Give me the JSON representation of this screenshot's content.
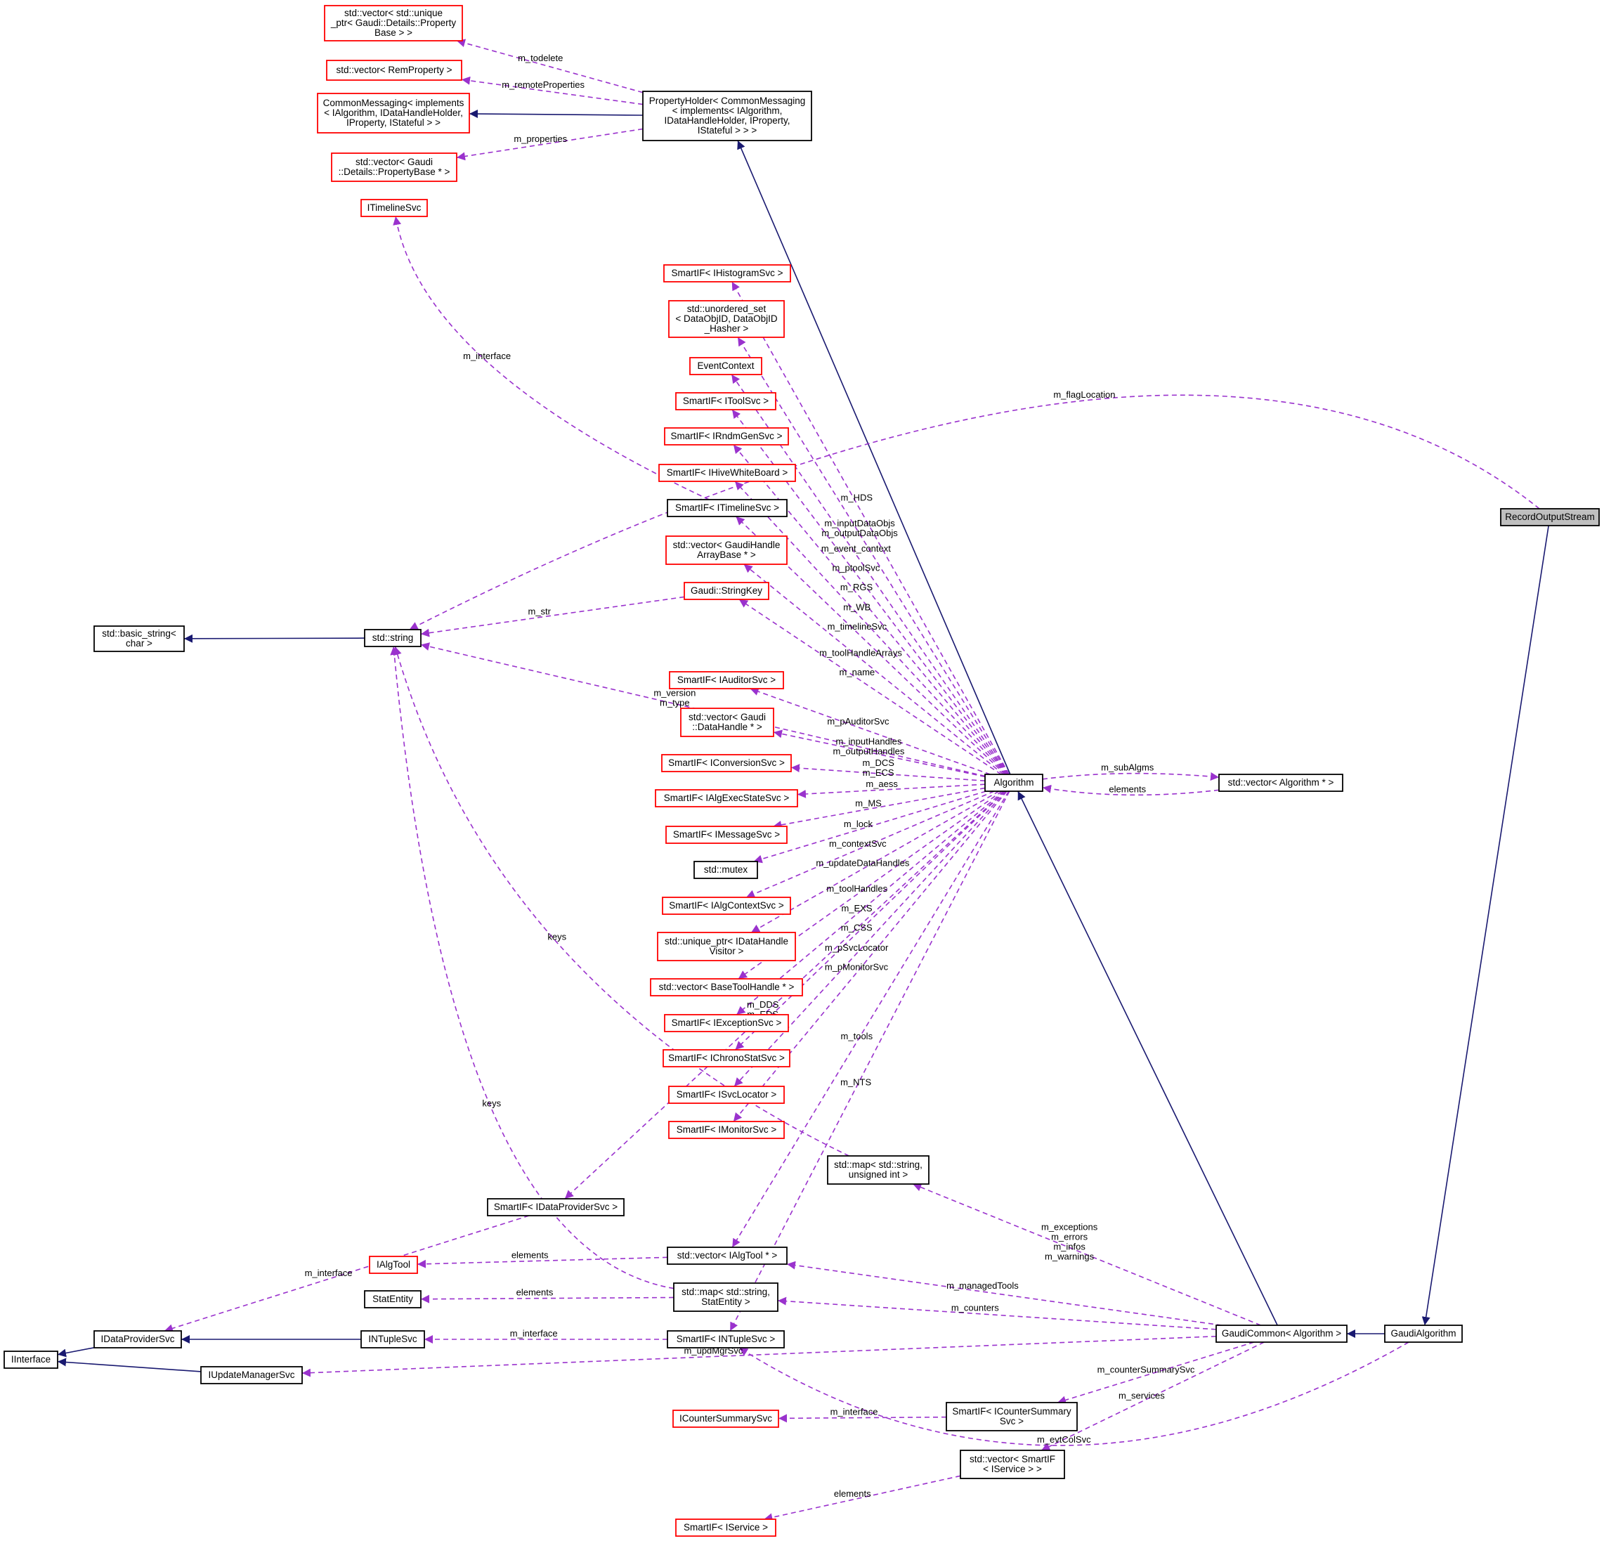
{
  "nodes": [
    {
      "id": "uptr_vec",
      "lines": [
        "std::vector< std::unique",
        "_ptr< Gaudi::Details::Property",
        "Base > >"
      ],
      "border": "red"
    },
    {
      "id": "remprop_vec",
      "lines": [
        "std::vector< RemProperty >"
      ],
      "border": "red"
    },
    {
      "id": "common_msg",
      "lines": [
        "CommonMessaging< implements",
        "< IAlgorithm, IDataHandleHolder,",
        "IProperty, IStateful > >"
      ],
      "border": "red"
    },
    {
      "id": "propbase_vec",
      "lines": [
        "std::vector< Gaudi",
        "::Details::PropertyBase * >"
      ],
      "border": "red"
    },
    {
      "id": "prop_holder",
      "lines": [
        "PropertyHolder< CommonMessaging",
        "< implements< IAlgorithm,",
        "IDataHandleHolder, IProperty,",
        "IStateful > > >"
      ],
      "border": "black"
    },
    {
      "id": "itimelinesvc",
      "lines": [
        "ITimelineSvc"
      ],
      "border": "red"
    },
    {
      "id": "sif_histo",
      "lines": [
        "SmartIF< IHistogramSvc >"
      ],
      "border": "red"
    },
    {
      "id": "unordered_set",
      "lines": [
        "std::unordered_set",
        "< DataObjID, DataObjID",
        "_Hasher >"
      ],
      "border": "red"
    },
    {
      "id": "event_context",
      "lines": [
        "EventContext"
      ],
      "border": "red"
    },
    {
      "id": "sif_tool",
      "lines": [
        "SmartIF< IToolSvc >"
      ],
      "border": "red"
    },
    {
      "id": "sif_rndm",
      "lines": [
        "SmartIF< IRndmGenSvc >"
      ],
      "border": "red"
    },
    {
      "id": "sif_hive",
      "lines": [
        "SmartIF< IHiveWhiteBoard >"
      ],
      "border": "red"
    },
    {
      "id": "sif_timeline",
      "lines": [
        "SmartIF< ITimelineSvc >"
      ],
      "border": "black"
    },
    {
      "id": "gh_vec",
      "lines": [
        "std::vector< GaudiHandle",
        "ArrayBase * >"
      ],
      "border": "red"
    },
    {
      "id": "string_key",
      "lines": [
        "Gaudi::StringKey"
      ],
      "border": "red"
    },
    {
      "id": "basic_string",
      "lines": [
        "std::basic_string<",
        "char >"
      ],
      "border": "black"
    },
    {
      "id": "std_string",
      "lines": [
        "std::string"
      ],
      "border": "black"
    },
    {
      "id": "sif_auditor",
      "lines": [
        "SmartIF< IAuditorSvc >"
      ],
      "border": "red"
    },
    {
      "id": "dh_vec",
      "lines": [
        "std::vector< Gaudi",
        "::DataHandle * >"
      ],
      "border": "red"
    },
    {
      "id": "sif_conv",
      "lines": [
        "SmartIF< IConversionSvc >"
      ],
      "border": "red"
    },
    {
      "id": "sif_algexec",
      "lines": [
        "SmartIF< IAlgExecStateSvc >"
      ],
      "border": "red"
    },
    {
      "id": "sif_msg",
      "lines": [
        "SmartIF< IMessageSvc >"
      ],
      "border": "red"
    },
    {
      "id": "std_mutex",
      "lines": [
        "std::mutex"
      ],
      "border": "black"
    },
    {
      "id": "sif_algctx",
      "lines": [
        "SmartIF< IAlgContextSvc >"
      ],
      "border": "red"
    },
    {
      "id": "uptr_visitor",
      "lines": [
        "std::unique_ptr< IDataHandle",
        "Visitor >"
      ],
      "border": "red"
    },
    {
      "id": "bth_vec",
      "lines": [
        "std::vector< BaseToolHandle * >"
      ],
      "border": "red"
    },
    {
      "id": "sif_exc",
      "lines": [
        "SmartIF< IExceptionSvc >"
      ],
      "border": "red"
    },
    {
      "id": "sif_chrono",
      "lines": [
        "SmartIF< IChronoStatSvc >"
      ],
      "border": "red"
    },
    {
      "id": "sif_svcloc",
      "lines": [
        "SmartIF< ISvcLocator >"
      ],
      "border": "red"
    },
    {
      "id": "sif_monitor",
      "lines": [
        "SmartIF< IMonitorSvc >"
      ],
      "border": "red"
    },
    {
      "id": "map_uint",
      "lines": [
        "std::map< std::string,",
        "unsigned int >"
      ],
      "border": "black"
    },
    {
      "id": "sif_dataprov",
      "lines": [
        "SmartIF< IDataProviderSvc >"
      ],
      "border": "black"
    },
    {
      "id": "ialgtool",
      "lines": [
        "IAlgTool"
      ],
      "border": "red"
    },
    {
      "id": "algtool_vec",
      "lines": [
        "std::vector< IAlgTool * >"
      ],
      "border": "black"
    },
    {
      "id": "stat_entity",
      "lines": [
        "StatEntity"
      ],
      "border": "black"
    },
    {
      "id": "map_stat",
      "lines": [
        "std::map< std::string,",
        "StatEntity >"
      ],
      "border": "black"
    },
    {
      "id": "idataprov",
      "lines": [
        "IDataProviderSvc"
      ],
      "border": "black"
    },
    {
      "id": "intuple",
      "lines": [
        "INTupleSvc"
      ],
      "border": "black"
    },
    {
      "id": "sif_ntuple",
      "lines": [
        "SmartIF< INTupleSvc >"
      ],
      "border": "black"
    },
    {
      "id": "iinterface",
      "lines": [
        "IInterface"
      ],
      "border": "black"
    },
    {
      "id": "iupdmgr",
      "lines": [
        "IUpdateManagerSvc"
      ],
      "border": "black"
    },
    {
      "id": "icntsum",
      "lines": [
        "ICounterSummarySvc"
      ],
      "border": "red"
    },
    {
      "id": "sif_cntsum",
      "lines": [
        "SmartIF< ICounterSummary",
        "Svc >"
      ],
      "border": "black"
    },
    {
      "id": "sif_svc_vec",
      "lines": [
        "std::vector< SmartIF",
        "< IService > >"
      ],
      "border": "black"
    },
    {
      "id": "sif_iservice",
      "lines": [
        "SmartIF< IService >"
      ],
      "border": "red"
    },
    {
      "id": "algorithm",
      "lines": [
        "Algorithm"
      ],
      "border": "black"
    },
    {
      "id": "alg_vec",
      "lines": [
        "std::vector< Algorithm * >"
      ],
      "border": "black"
    },
    {
      "id": "gaudi_common",
      "lines": [
        "GaudiCommon< Algorithm >"
      ],
      "border": "black"
    },
    {
      "id": "gaudi_algorithm",
      "lines": [
        "GaudiAlgorithm"
      ],
      "border": "black"
    },
    {
      "id": "record_output",
      "lines": [
        "RecordOutputStream"
      ],
      "border": "gray"
    }
  ],
  "edges": [
    {
      "from": "prop_holder",
      "to": "uptr_vec",
      "kind": "usage",
      "label": [
        "m_todelete"
      ]
    },
    {
      "from": "prop_holder",
      "to": "remprop_vec",
      "kind": "usage",
      "label": [
        "m_remoteProperties"
      ]
    },
    {
      "from": "prop_holder",
      "to": "common_msg",
      "kind": "inherit",
      "label": []
    },
    {
      "from": "prop_holder",
      "to": "propbase_vec",
      "kind": "usage",
      "label": [
        "m_properties"
      ]
    },
    {
      "from": "algorithm",
      "to": "prop_holder",
      "kind": "inherit",
      "label": []
    },
    {
      "from": "record_output",
      "to": "std_string",
      "kind": "usage",
      "label": [
        "m_flagLocation"
      ]
    },
    {
      "from": "algorithm",
      "to": "sif_histo",
      "kind": "usage",
      "label": [
        "m_HDS"
      ]
    },
    {
      "from": "algorithm",
      "to": "unordered_set",
      "kind": "usage",
      "label": [
        "m_inputDataObjs",
        "m_outputDataObjs"
      ]
    },
    {
      "from": "algorithm",
      "to": "event_context",
      "kind": "usage",
      "label": [
        "m_event_context"
      ]
    },
    {
      "from": "algorithm",
      "to": "sif_tool",
      "kind": "usage",
      "label": [
        "m_ptoolSvc"
      ]
    },
    {
      "from": "algorithm",
      "to": "sif_rndm",
      "kind": "usage",
      "label": [
        "m_RGS"
      ]
    },
    {
      "from": "algorithm",
      "to": "sif_hive",
      "kind": "usage",
      "label": [
        "m_WB"
      ]
    },
    {
      "from": "algorithm",
      "to": "sif_timeline",
      "kind": "usage",
      "label": [
        "m_timelineSvc"
      ]
    },
    {
      "from": "sif_timeline",
      "to": "itimelinesvc",
      "kind": "usage",
      "label": [
        "m_interface"
      ]
    },
    {
      "from": "algorithm",
      "to": "gh_vec",
      "kind": "usage",
      "label": [
        "m_toolHandleArrays"
      ]
    },
    {
      "from": "algorithm",
      "to": "string_key",
      "kind": "usage",
      "label": [
        "m_name"
      ]
    },
    {
      "from": "string_key",
      "to": "std_string",
      "kind": "usage",
      "label": [
        "m_str"
      ]
    },
    {
      "from": "std_string",
      "to": "basic_string",
      "kind": "inherit",
      "label": []
    },
    {
      "from": "algorithm",
      "to": "std_string",
      "kind": "usage",
      "label": [
        "m_version",
        "m_type"
      ]
    },
    {
      "from": "algorithm",
      "to": "sif_auditor",
      "kind": "usage",
      "label": [
        "m_pAuditorSvc"
      ]
    },
    {
      "from": "algorithm",
      "to": "dh_vec",
      "kind": "usage",
      "label": [
        "m_inputHandles",
        "m_outputHandles"
      ]
    },
    {
      "from": "algorithm",
      "to": "sif_conv",
      "kind": "usage",
      "label": [
        "m_DCS",
        "m_ECS"
      ]
    },
    {
      "from": "algorithm",
      "to": "sif_algexec",
      "kind": "usage",
      "label": [
        "m_aess"
      ]
    },
    {
      "from": "algorithm",
      "to": "sif_msg",
      "kind": "usage",
      "label": [
        "m_MS"
      ]
    },
    {
      "from": "algorithm",
      "to": "std_mutex",
      "kind": "usage",
      "label": [
        "m_lock"
      ]
    },
    {
      "from": "algorithm",
      "to": "sif_algctx",
      "kind": "usage",
      "label": [
        "m_contextSvc"
      ]
    },
    {
      "from": "algorithm",
      "to": "uptr_visitor",
      "kind": "usage",
      "label": [
        "m_updateDataHandles"
      ]
    },
    {
      "from": "algorithm",
      "to": "bth_vec",
      "kind": "usage",
      "label": [
        "m_toolHandles"
      ]
    },
    {
      "from": "algorithm",
      "to": "sif_exc",
      "kind": "usage",
      "label": [
        "m_EXS"
      ]
    },
    {
      "from": "algorithm",
      "to": "sif_chrono",
      "kind": "usage",
      "label": [
        "m_CSS"
      ]
    },
    {
      "from": "algorithm",
      "to": "sif_svcloc",
      "kind": "usage",
      "label": [
        "m_pSvcLocator"
      ]
    },
    {
      "from": "algorithm",
      "to": "sif_monitor",
      "kind": "usage",
      "label": [
        "m_pMonitorSvc"
      ]
    },
    {
      "from": "map_uint",
      "to": "std_string",
      "kind": "usage",
      "label": [
        "keys"
      ]
    },
    {
      "from": "map_stat",
      "to": "std_string",
      "kind": "usage",
      "label": [
        "keys"
      ]
    },
    {
      "from": "algorithm",
      "to": "sif_dataprov",
      "kind": "usage",
      "label": [
        "m_DDS",
        "m_EDS"
      ]
    },
    {
      "from": "sif_dataprov",
      "to": "idataprov",
      "kind": "usage",
      "label": [
        "m_interface"
      ]
    },
    {
      "from": "algorithm",
      "to": "algtool_vec",
      "kind": "usage",
      "label": [
        "m_tools"
      ]
    },
    {
      "from": "algtool_vec",
      "to": "ialgtool",
      "kind": "usage",
      "label": [
        "elements"
      ]
    },
    {
      "from": "map_stat",
      "to": "stat_entity",
      "kind": "usage",
      "label": [
        "elements"
      ]
    },
    {
      "from": "algorithm",
      "to": "sif_ntuple",
      "kind": "usage",
      "label": [
        "m_NTS"
      ]
    },
    {
      "from": "sif_ntuple",
      "to": "intuple",
      "kind": "usage",
      "label": [
        "m_interface"
      ]
    },
    {
      "from": "intuple",
      "to": "idataprov",
      "kind": "inherit",
      "label": []
    },
    {
      "from": "idataprov",
      "to": "iinterface",
      "kind": "inherit",
      "label": []
    },
    {
      "from": "iupdmgr",
      "to": "iinterface",
      "kind": "inherit",
      "label": []
    },
    {
      "from": "algorithm",
      "to": "alg_vec",
      "kind": "usage",
      "label": [
        "m_subAlgms"
      ]
    },
    {
      "from": "alg_vec",
      "to": "algorithm",
      "kind": "usage",
      "label": [
        "elements"
      ]
    },
    {
      "from": "gaudi_common",
      "to": "algorithm",
      "kind": "inherit",
      "label": []
    },
    {
      "from": "gaudi_common",
      "to": "map_uint",
      "kind": "usage",
      "label": [
        "m_exceptions",
        "m_errors",
        "m_infos",
        "m_warnings"
      ]
    },
    {
      "from": "gaudi_common",
      "to": "algtool_vec",
      "kind": "usage",
      "label": [
        "m_managedTools"
      ]
    },
    {
      "from": "gaudi_common",
      "to": "map_stat",
      "kind": "usage",
      "label": [
        "m_counters"
      ]
    },
    {
      "from": "gaudi_common",
      "to": "iupdmgr",
      "kind": "usage",
      "label": [
        "m_updMgrSvc"
      ]
    },
    {
      "from": "gaudi_common",
      "to": "sif_cntsum",
      "kind": "usage",
      "label": [
        "m_counterSummarySvc"
      ]
    },
    {
      "from": "sif_cntsum",
      "to": "icntsum",
      "kind": "usage",
      "label": [
        "m_interface"
      ]
    },
    {
      "from": "gaudi_common",
      "to": "sif_svc_vec",
      "kind": "usage",
      "label": [
        "m_services"
      ]
    },
    {
      "from": "sif_svc_vec",
      "to": "sif_iservice",
      "kind": "usage",
      "label": [
        "elements"
      ]
    },
    {
      "from": "gaudi_algorithm",
      "to": "gaudi_common",
      "kind": "inherit",
      "label": []
    },
    {
      "from": "gaudi_algorithm",
      "to": "sif_ntuple",
      "kind": "usage",
      "label": [
        "m_evtColSvc"
      ]
    },
    {
      "from": "record_output",
      "to": "gaudi_algorithm",
      "kind": "inherit",
      "label": []
    }
  ]
}
